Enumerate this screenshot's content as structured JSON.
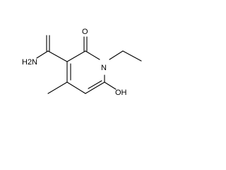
{
  "molecule": {
    "atoms": {
      "carbonyl_oxygen": "O",
      "amide_group": "H2N",
      "ring_nitrogen": "N",
      "hydroxyl_group": "OH"
    }
  },
  "colors": {
    "ink": "#000000",
    "background": "#ffffff"
  }
}
